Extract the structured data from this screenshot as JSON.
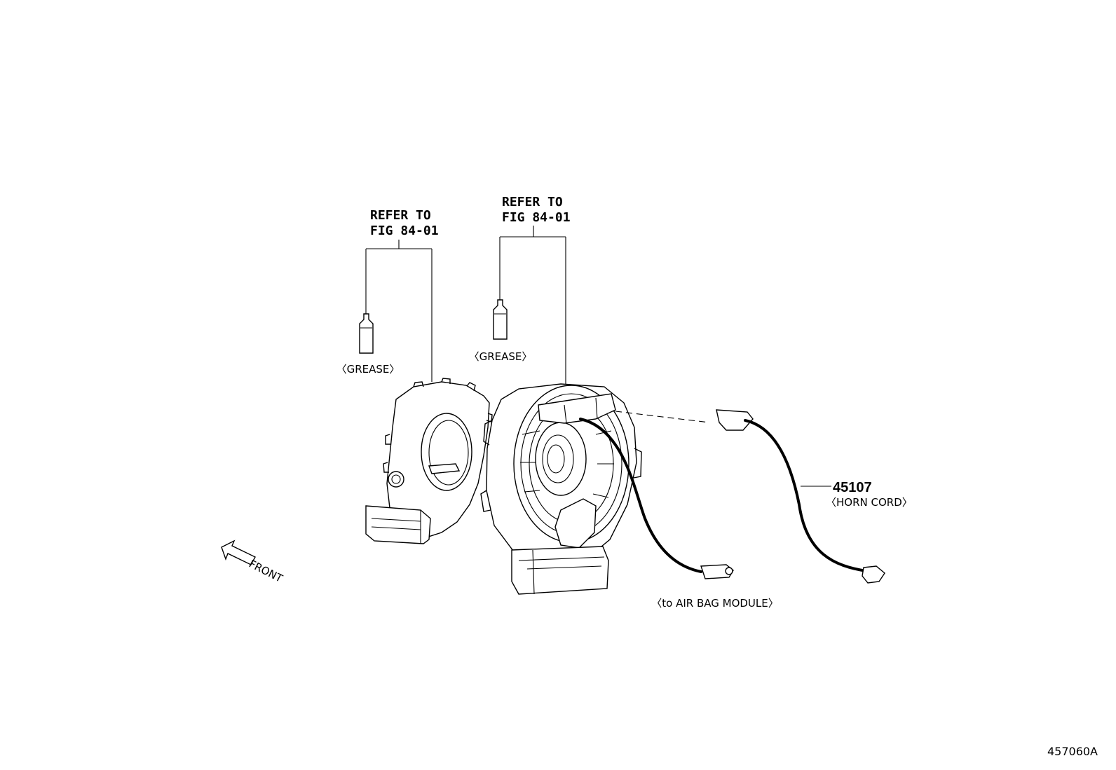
{
  "diagram": {
    "ref_left": {
      "line1": "REFER TO",
      "line2": "FIG 84-01"
    },
    "ref_right": {
      "line1": "REFER TO",
      "line2": "FIG 84-01"
    },
    "grease_left": "〈GREASE〉",
    "grease_right": "〈GREASE〉",
    "part_number": "45107",
    "part_name": "〈HORN CORD〉",
    "airbag_label": "〈to AIR BAG MODULE〉",
    "front_label": "FRONT",
    "figure_code": "457060A"
  }
}
